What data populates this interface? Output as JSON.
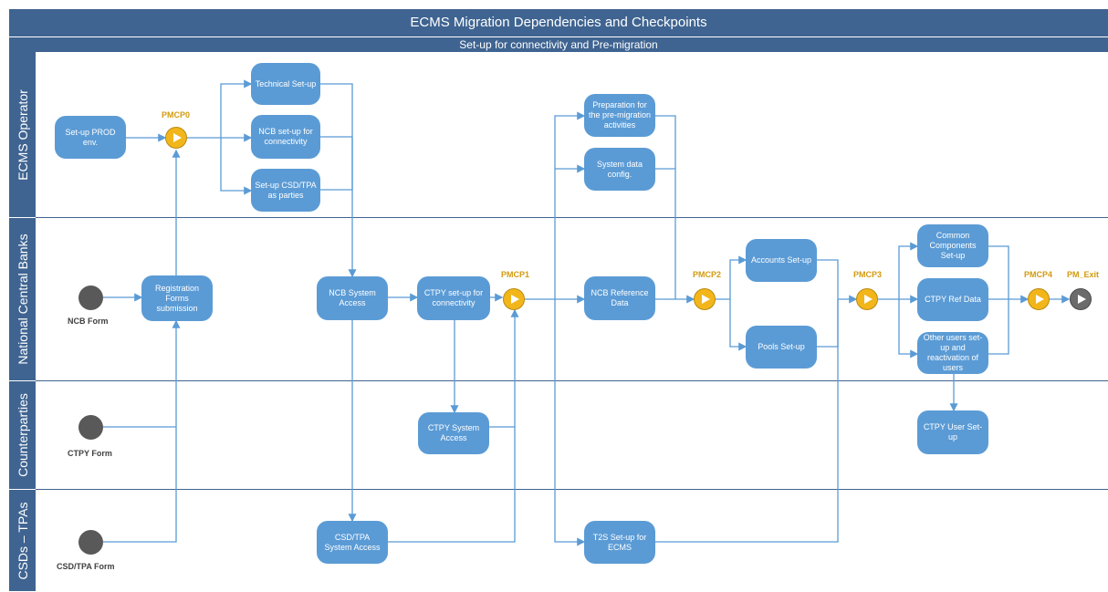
{
  "title": "ECMS Migration Dependencies and Checkpoints",
  "subtitle": "Set-up for connectivity and Pre-migration",
  "lanes": [
    {
      "label": "ECMS Operator"
    },
    {
      "label": "National Central Banks"
    },
    {
      "label": "Counterparties"
    },
    {
      "label": "CSDs – TPAs"
    }
  ],
  "forms": {
    "ncb": "NCB Form",
    "ctpy": "CTPY Form",
    "csd": "CSD/TPA Form"
  },
  "tasks": {
    "setup_prod": "Set-up PROD env.",
    "technical_setup": "Technical Set-up",
    "ncb_setup_connectivity": "NCB set-up for connectivity",
    "setup_csd_tpa_parties": "Set-up CSD/TPA as parties",
    "registration_forms": "Registration Forms submission",
    "ncb_system_access": "NCB System Access",
    "ctpy_setup_connectivity": "CTPY set-up for connectivity",
    "ctpy_system_access": "CTPY System Access",
    "csd_tpa_system_access": "CSD/TPA System Access",
    "preparation_premigration": "Preparation for the pre-migration activities",
    "system_data_config": "System data config.",
    "ncb_reference_data": "NCB Reference Data",
    "t2s_setup_ecms": "T2S Set-up for ECMS",
    "accounts_setup": "Accounts Set-up",
    "pools_setup": "Pools Set-up",
    "common_components_setup": "Common Components Set-up",
    "ctpy_ref_data": "CTPY Ref Data",
    "other_users_setup": "Other users set-up and reactivation of users",
    "ctpy_user_setup": "CTPY User Set-up"
  },
  "checkpoints": {
    "pmcp0": "PMCP0",
    "pmcp1": "PMCP1",
    "pmcp2": "PMCP2",
    "pmcp3": "PMCP3",
    "pmcp4": "PMCP4",
    "exit": "PM_Exit"
  },
  "colors": {
    "header": "#3f6491",
    "task": "#5b9bd5",
    "connector": "#5b9bd5",
    "checkpoint": "#f2b61b",
    "checkpoint_label": "#d29b10",
    "start_event": "#595959",
    "exit_event": "#6b6b6b"
  }
}
